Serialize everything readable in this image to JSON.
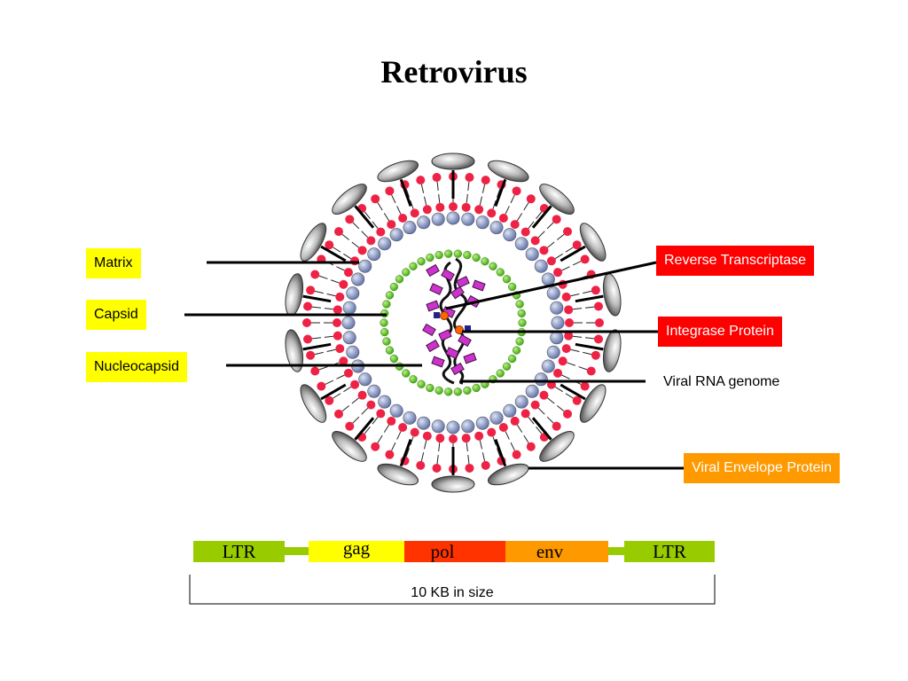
{
  "title": "Retrovirus",
  "labels": {
    "matrix": "Matrix",
    "capsid": "Capsid",
    "nucleocapsid": "Nucleocapsid",
    "reverse_transcriptase": "Reverse Transcriptase",
    "integrase": "Integrase Protein",
    "viral_rna": "Viral RNA genome",
    "envelope_protein": "Viral Envelope Protein"
  },
  "genome": {
    "segments": [
      "LTR",
      "gag",
      "pol",
      "env",
      "LTR"
    ],
    "size_label": "10 KB in size"
  },
  "colors": {
    "yellow": "#ffff00",
    "red": "#ff0000",
    "orange": "#ff9900",
    "ltr_green": "#99cc00",
    "gag_yellow": "#ffff00",
    "pol_red": "#ff3300",
    "env_orange": "#ff9900",
    "lipid_head": "#ee2244",
    "capsid_blue": "#8899cc",
    "nucleocapsid_green": "#66cc33",
    "rna_protein": "#cc33cc"
  }
}
